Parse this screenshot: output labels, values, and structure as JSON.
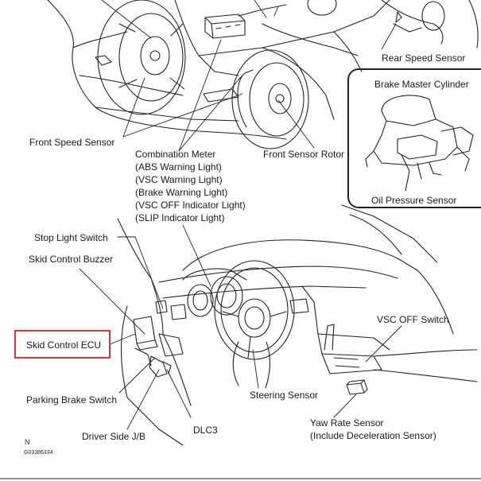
{
  "labels": {
    "rear_speed_sensor": "Rear Speed Sensor",
    "brake_master_cylinder": "Brake Master Cylinder",
    "front_speed_sensor": "Front Speed Sensor",
    "front_sensor_rotor": "Front Sensor Rotor",
    "combination_meter": [
      "Combination Meter",
      "(ABS Warning Light)",
      "(VSC Warning Light)",
      "(Brake Warning Light)",
      "(VSC OFF Indicator Light)",
      "(SLIP Indicator Light)"
    ],
    "oil_pressure_sensor": "Oil Pressure Sensor",
    "stop_light_switch": "Stop Light Switch",
    "skid_control_buzzer": "Skid Control Buzzer",
    "skid_control_ecu": "Skid Control ECU",
    "vsc_off_switch": "VSC OFF Switch",
    "parking_brake_switch": "Parking Brake Switch",
    "steering_sensor": "Steering Sensor",
    "yaw_rate_sensor": [
      "Yaw Rate Sensor",
      "(Include Deceleration Sensor)"
    ],
    "driver_side_jb": "Driver Side J/B",
    "dlc3": "DLC3",
    "north_mark": "N",
    "figure_code": "G03386334"
  },
  "highlight": {
    "target": "Skid Control ECU",
    "color": "#d9363e"
  },
  "colors": {
    "line": "#222222",
    "text": "#1a1a1a",
    "background": "#ffffff"
  }
}
